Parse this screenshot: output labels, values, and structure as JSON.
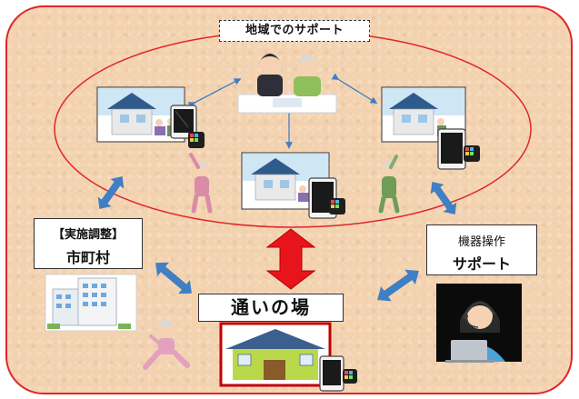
{
  "diagram": {
    "title": "地域でのサポート",
    "municipality": {
      "line1": "【実施調整】",
      "line2": "市町村"
    },
    "device_support": {
      "line1": "機器操作",
      "line2": "サポート"
    },
    "hub": "通いの場",
    "colors": {
      "frame": "#e0262a",
      "panel": "#f3d2b0",
      "ellipse": "#e0262a",
      "blue_arrow": "#3f7fc3",
      "red_arrow": "#e8141c"
    },
    "icons": [
      "support-consultation-icon",
      "house-with-elderly-icon",
      "tablet-icon",
      "smartwatch-icon",
      "stretching-elder-icon",
      "office-building-icon",
      "call-center-operator-icon",
      "community-hall-icon"
    ]
  }
}
